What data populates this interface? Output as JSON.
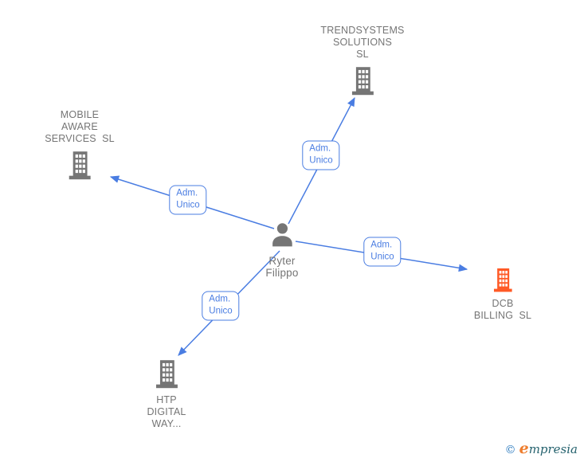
{
  "colors": {
    "edge_blue": "#4a7de2",
    "node_text_gray": "#757575",
    "icon_gray": "#757575",
    "icon_orange": "#ff5a26",
    "logo_copyright_blue": "#2e7cc0",
    "logo_e_orange": "#ee7d2e",
    "logo_text_teal": "#25626e"
  },
  "graph": {
    "nodes": {
      "person": {
        "label": "Ryter\nFilippo",
        "type": "person"
      },
      "trendsystems": {
        "label": "TRENDSYSTEMS\nSOLUTIONS\nSL",
        "type": "company"
      },
      "mobile": {
        "label": "MOBILE\nAWARE\nSERVICES  SL",
        "type": "company"
      },
      "dcb": {
        "label": "DCB\nBILLING  SL",
        "type": "company",
        "highlighted": true
      },
      "htp": {
        "label": "HTP\nDIGITAL\nWAY...",
        "type": "company"
      }
    },
    "edges": [
      {
        "from": "person",
        "to": "trendsystems",
        "label": "Adm.\nUnico"
      },
      {
        "from": "person",
        "to": "mobile",
        "label": "Adm.\nUnico"
      },
      {
        "from": "person",
        "to": "dcb",
        "label": "Adm.\nUnico"
      },
      {
        "from": "person",
        "to": "htp",
        "label": "Adm.\nUnico"
      }
    ]
  },
  "footer": {
    "copyright_symbol": "©",
    "brand_lead": "e",
    "brand_rest": "mpresia"
  }
}
